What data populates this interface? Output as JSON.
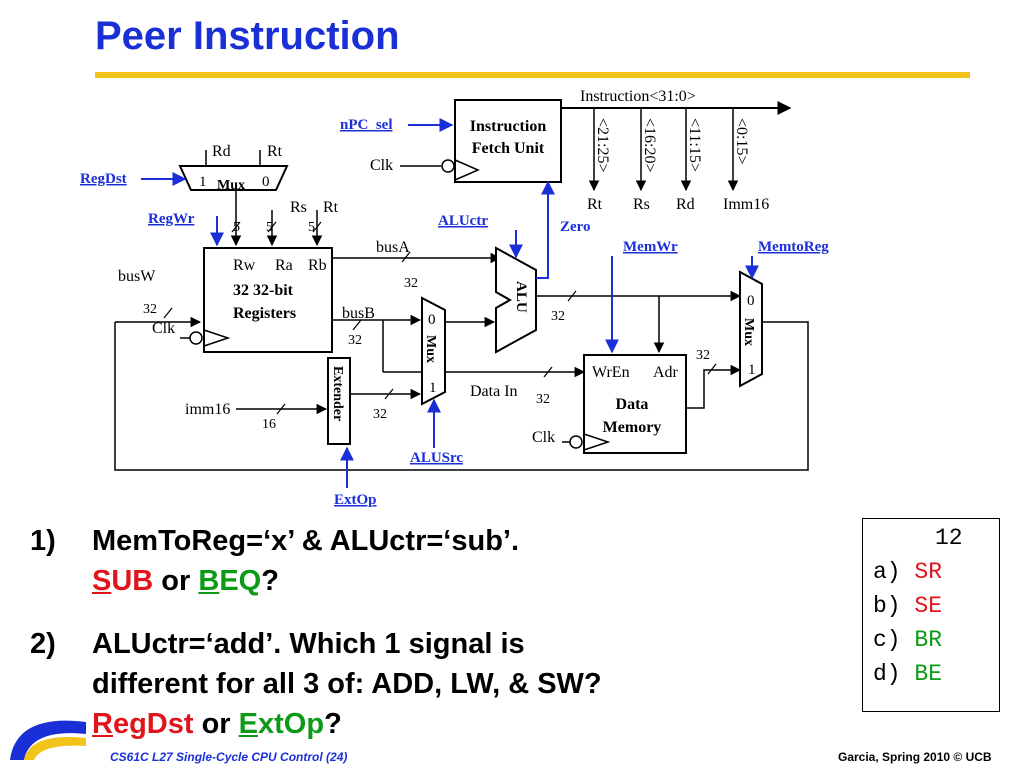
{
  "title": "Peer Instruction",
  "diagram": {
    "instr_bus": "Instruction<31:0>",
    "npc_sel": "nPC_sel",
    "fetch_unit_l1": "Instruction",
    "fetch_unit_l2": "Fetch Unit",
    "clk": "Clk",
    "field_21_25": "<21:25>",
    "field_16_20": "<16:20>",
    "field_11_15": "<11:15>",
    "field_0_15": "<0:15>",
    "rt": "Rt",
    "rs": "Rs",
    "rd": "Rd",
    "imm16_field": "Imm16",
    "regdst": "RegDst",
    "mux": "Mux",
    "one": "1",
    "zero_digit": "0",
    "regwr": "RegWr",
    "five": "5",
    "aluctr": "ALUctr",
    "zero": "Zero",
    "memwr": "MemWr",
    "memtoreg": "MemtoReg",
    "busa": "busA",
    "busb": "busB",
    "busw": "busW",
    "rw": "Rw",
    "ra": "Ra",
    "rb": "Rb",
    "regfile_l1": "32 32-bit",
    "regfile_l2": "Registers",
    "thirty_two": "32",
    "sixteen": "16",
    "alu": "ALU",
    "extender": "Extender",
    "imm16": "imm16",
    "data_in": "Data In",
    "wren": "WrEn",
    "adr": "Adr",
    "data_mem_l1": "Data",
    "data_mem_l2": "Memory",
    "alusrc": "ALUSrc",
    "extop": "ExtOp"
  },
  "questions": {
    "q1_num": "1)",
    "q1_line1": "MemToReg=‘x’ & ALUctr=‘sub’.",
    "q1_opt1_first": "S",
    "q1_opt1_rest": "UB",
    "q1_or": " or ",
    "q1_opt2_first": "B",
    "q1_opt2_rest": "EQ",
    "q1_end": "?",
    "q2_num": "2)",
    "q2_line1": "ALUctr=‘add’. Which 1 signal is",
    "q2_line2": "different for all 3 of: ADD, LW, & SW?",
    "q2_opt1_first": "R",
    "q2_opt1_rest": "egDst",
    "q2_or": " or ",
    "q2_opt2_first": "E",
    "q2_opt2_rest": "xtOp",
    "q2_end": "?"
  },
  "answers": {
    "header": "12",
    "a_label": "a)",
    "a_val": "SR",
    "b_label": "b)",
    "b_val": "SE",
    "c_label": "c)",
    "c_val": "BR",
    "d_label": "d)",
    "d_val": "BE"
  },
  "footer": {
    "left": "CS61C L27 Single-Cycle CPU Control (24)",
    "right": "Garcia, Spring 2010 © UCB"
  },
  "colors": {
    "title": "#1a2fd6",
    "accent_rule": "#f2c318",
    "control_signal": "#1a2fd6",
    "red": "#e0141a",
    "green": "#0d9a16"
  }
}
